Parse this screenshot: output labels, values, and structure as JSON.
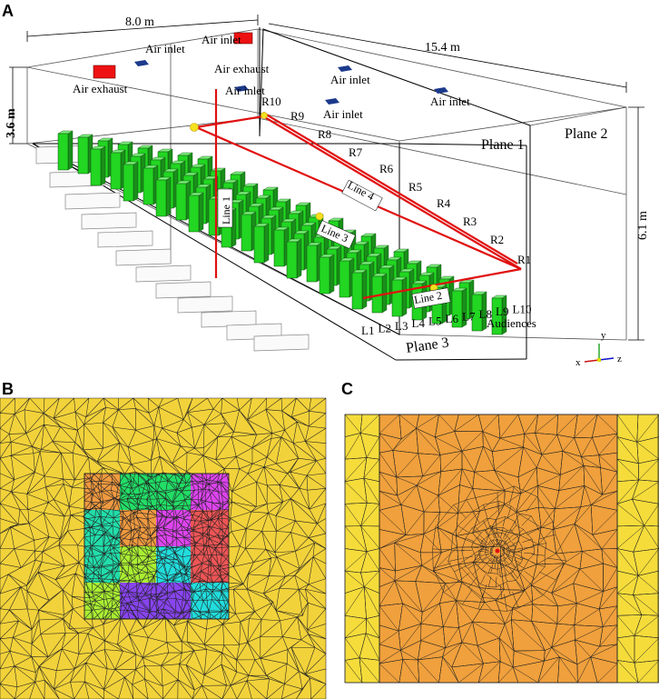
{
  "panels": {
    "a": "A",
    "b": "B",
    "c": "C"
  },
  "dimensions": {
    "width": "8.0 m",
    "length": "15.4 m",
    "height_front": "3.6 m",
    "height_back": "6.1 m"
  },
  "air": {
    "inlet": "Air inlet",
    "exhaust": "Air exhaust"
  },
  "planes": {
    "p1": "Plane 1",
    "p2": "Plane 2",
    "p3": "Plane 3"
  },
  "lines": {
    "l1": "Line 1",
    "l2": "Line 2",
    "l3": "Line 3",
    "l4": "Line 4"
  },
  "rows_r": [
    "R1",
    "R2",
    "R3",
    "R4",
    "R5",
    "R6",
    "R7",
    "R8",
    "R9",
    "R10"
  ],
  "rows_l": [
    "L1",
    "L2",
    "L3",
    "L4",
    "L5",
    "L6",
    "L7",
    "L8",
    "L9",
    "L10"
  ],
  "audiences": "Audiences",
  "axes": {
    "x": "x",
    "y": "y",
    "z": "z"
  },
  "colors": {
    "seat_front": "#22d622",
    "seat_side": "#1a8f1a",
    "seat_top": "#7cf07c",
    "mesh_b_bg": "#f2d23a",
    "mesh_c_inner": "#f0a03c",
    "mesh_c_outer": "#f5dc3a",
    "line_red": "#e01010",
    "marker": "#f5e020"
  },
  "icons": [
    "air-inlet-icon",
    "air-exhaust-icon",
    "axis-triad-icon",
    "seat-icon",
    "monitor-point-icon"
  ]
}
